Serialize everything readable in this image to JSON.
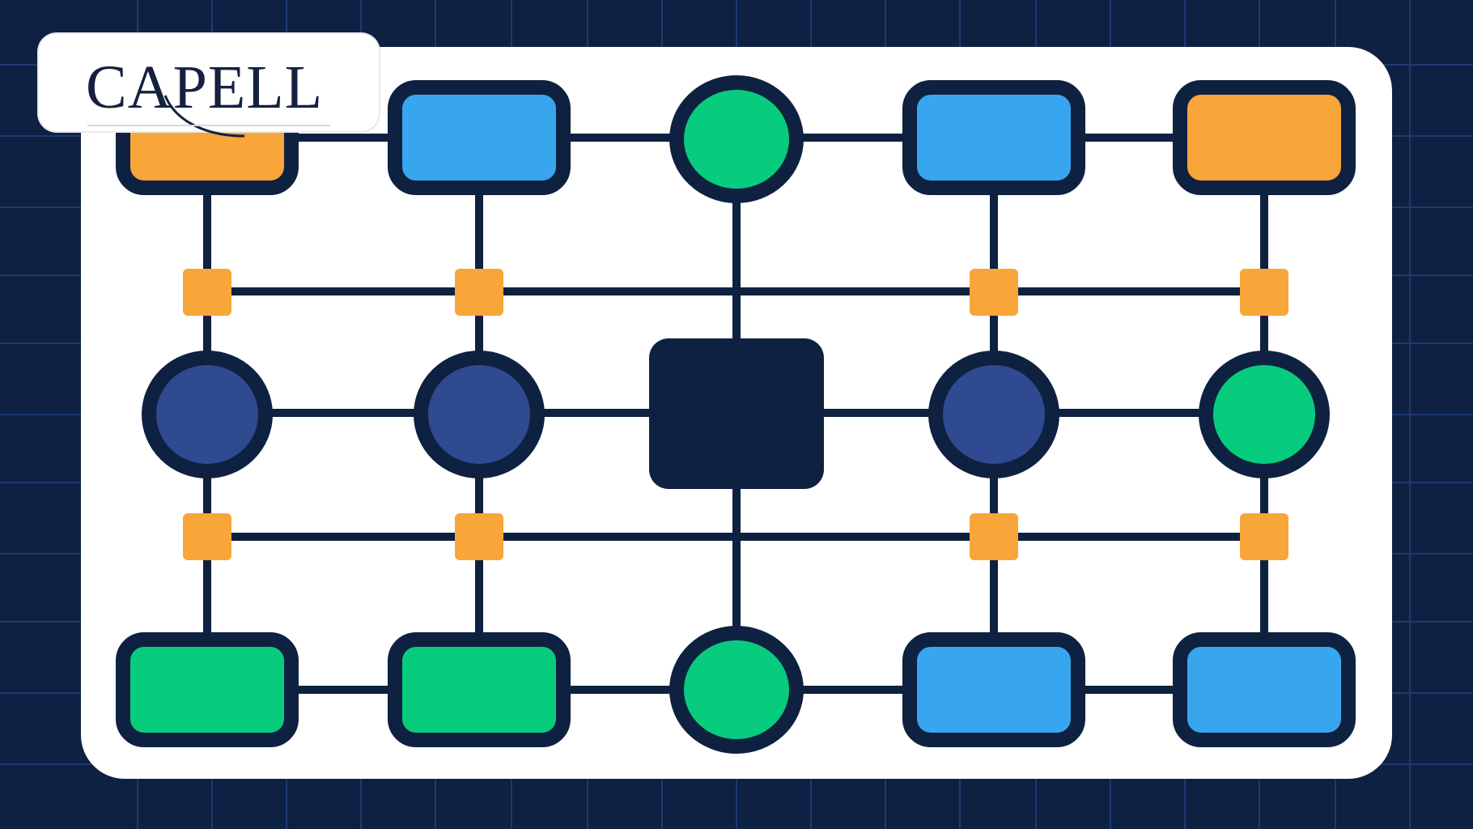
{
  "logo": {
    "text": "CAPELL"
  },
  "colors": {
    "background": "#0e2142",
    "grid": "#1d3a70",
    "panel": "#ffffff",
    "stroke": "#0f2140",
    "orange": "#f8a53a",
    "blue": "#38a5ef",
    "green": "#07cc7e",
    "navy": "#2f4a90",
    "hub": "#0f2140"
  },
  "nodes": [
    {
      "id": "r1c1",
      "shape": "rect",
      "fill": "orange"
    },
    {
      "id": "r1c2",
      "shape": "rect",
      "fill": "blue"
    },
    {
      "id": "r1c3",
      "shape": "circle",
      "fill": "green"
    },
    {
      "id": "r1c4",
      "shape": "rect",
      "fill": "blue"
    },
    {
      "id": "r1c5",
      "shape": "rect",
      "fill": "orange"
    },
    {
      "id": "r2c1",
      "shape": "circle",
      "fill": "navy"
    },
    {
      "id": "r2c2",
      "shape": "circle",
      "fill": "navy"
    },
    {
      "id": "r2c3",
      "shape": "hub",
      "fill": "hub"
    },
    {
      "id": "r2c4",
      "shape": "circle",
      "fill": "navy"
    },
    {
      "id": "r2c5",
      "shape": "circle",
      "fill": "green"
    },
    {
      "id": "r3c1",
      "shape": "rect",
      "fill": "green"
    },
    {
      "id": "r3c2",
      "shape": "rect",
      "fill": "green"
    },
    {
      "id": "r3c3",
      "shape": "circle",
      "fill": "green"
    },
    {
      "id": "r3c4",
      "shape": "rect",
      "fill": "blue"
    },
    {
      "id": "r3c5",
      "shape": "rect",
      "fill": "blue"
    }
  ]
}
